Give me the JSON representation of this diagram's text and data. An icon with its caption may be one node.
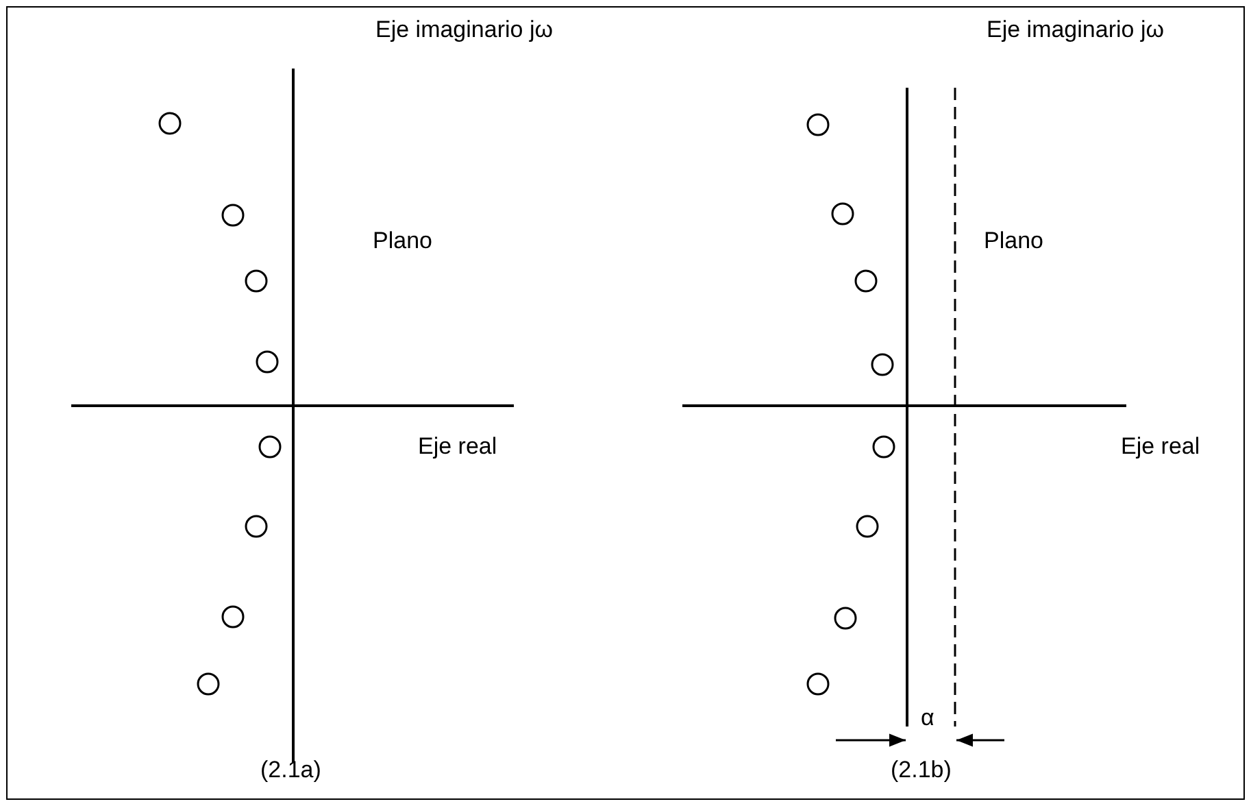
{
  "diagram": {
    "labels": [
      "Eje imaginario jω",
      "Eje imaginario jω",
      "Plano",
      "Plano",
      "Eje real",
      "Eje real",
      "α",
      "(2.1a)",
      "(2.1b)"
    ]
  }
}
